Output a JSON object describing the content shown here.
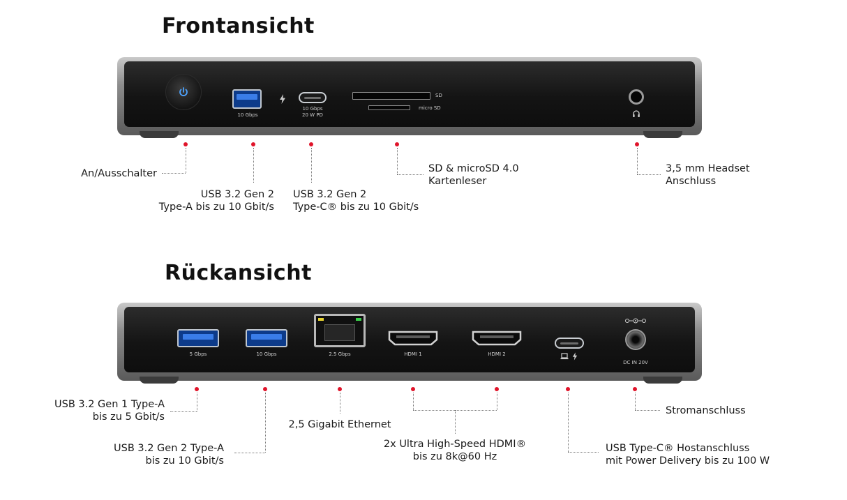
{
  "front": {
    "title": "Frontansicht",
    "device_text": {
      "usba_speed": "10 Gbps",
      "usbc_speed": "10 Gbps",
      "usbc_pd": "20 W PD",
      "sd": "SD",
      "micro_sd": "micro SD"
    },
    "labels": {
      "power": "An/Ausschalter",
      "usba_1": "USB 3.2 Gen 2",
      "usba_2": "Type-A bis zu 10 Gbit/s",
      "usbc_1": "USB 3.2 Gen 2",
      "usbc_2": "Type-C® bis zu 10 Gbit/s",
      "sd_1": "SD & microSD 4.0",
      "sd_2": "Kartenleser",
      "headset_1": "3,5 mm Headset",
      "headset_2": "Anschluss"
    },
    "icons": [
      "power-icon",
      "lightning-icon",
      "headphones-icon"
    ]
  },
  "back": {
    "title": "Rückansicht",
    "device_text": {
      "usba1_speed": "5 Gbps",
      "usba2_speed": "10 Gbps",
      "eth_speed": "2.5 Gbps",
      "hdmi1": "HDMI 1",
      "hdmi2": "HDMI 2",
      "dc": "DC IN 20V"
    },
    "labels": {
      "usba_gen1_1": "USB 3.2 Gen 1 Type-A",
      "usba_gen1_2": "bis zu 5 Gbit/s",
      "usba_gen2_1": "USB 3.2 Gen 2 Type-A",
      "usba_gen2_2": "bis zu 10 Gbit/s",
      "ethernet": "2,5 Gigabit Ethernet",
      "hdmi_1": "2x Ultra High-Speed HDMI®",
      "hdmi_2": "bis zu 8k@60 Hz",
      "usbc_host_1": "USB Type-C® Hostanschluss",
      "usbc_host_2": "mit Power Delivery bis zu 100 W",
      "power_in": "Stromanschluss"
    },
    "icons": [
      "laptop-icon",
      "lightning-icon",
      "dc-polarity-icon"
    ]
  },
  "colors": {
    "marker": "#e0142a",
    "usb_blue": "#3a7de8",
    "device_face": "#141414"
  }
}
